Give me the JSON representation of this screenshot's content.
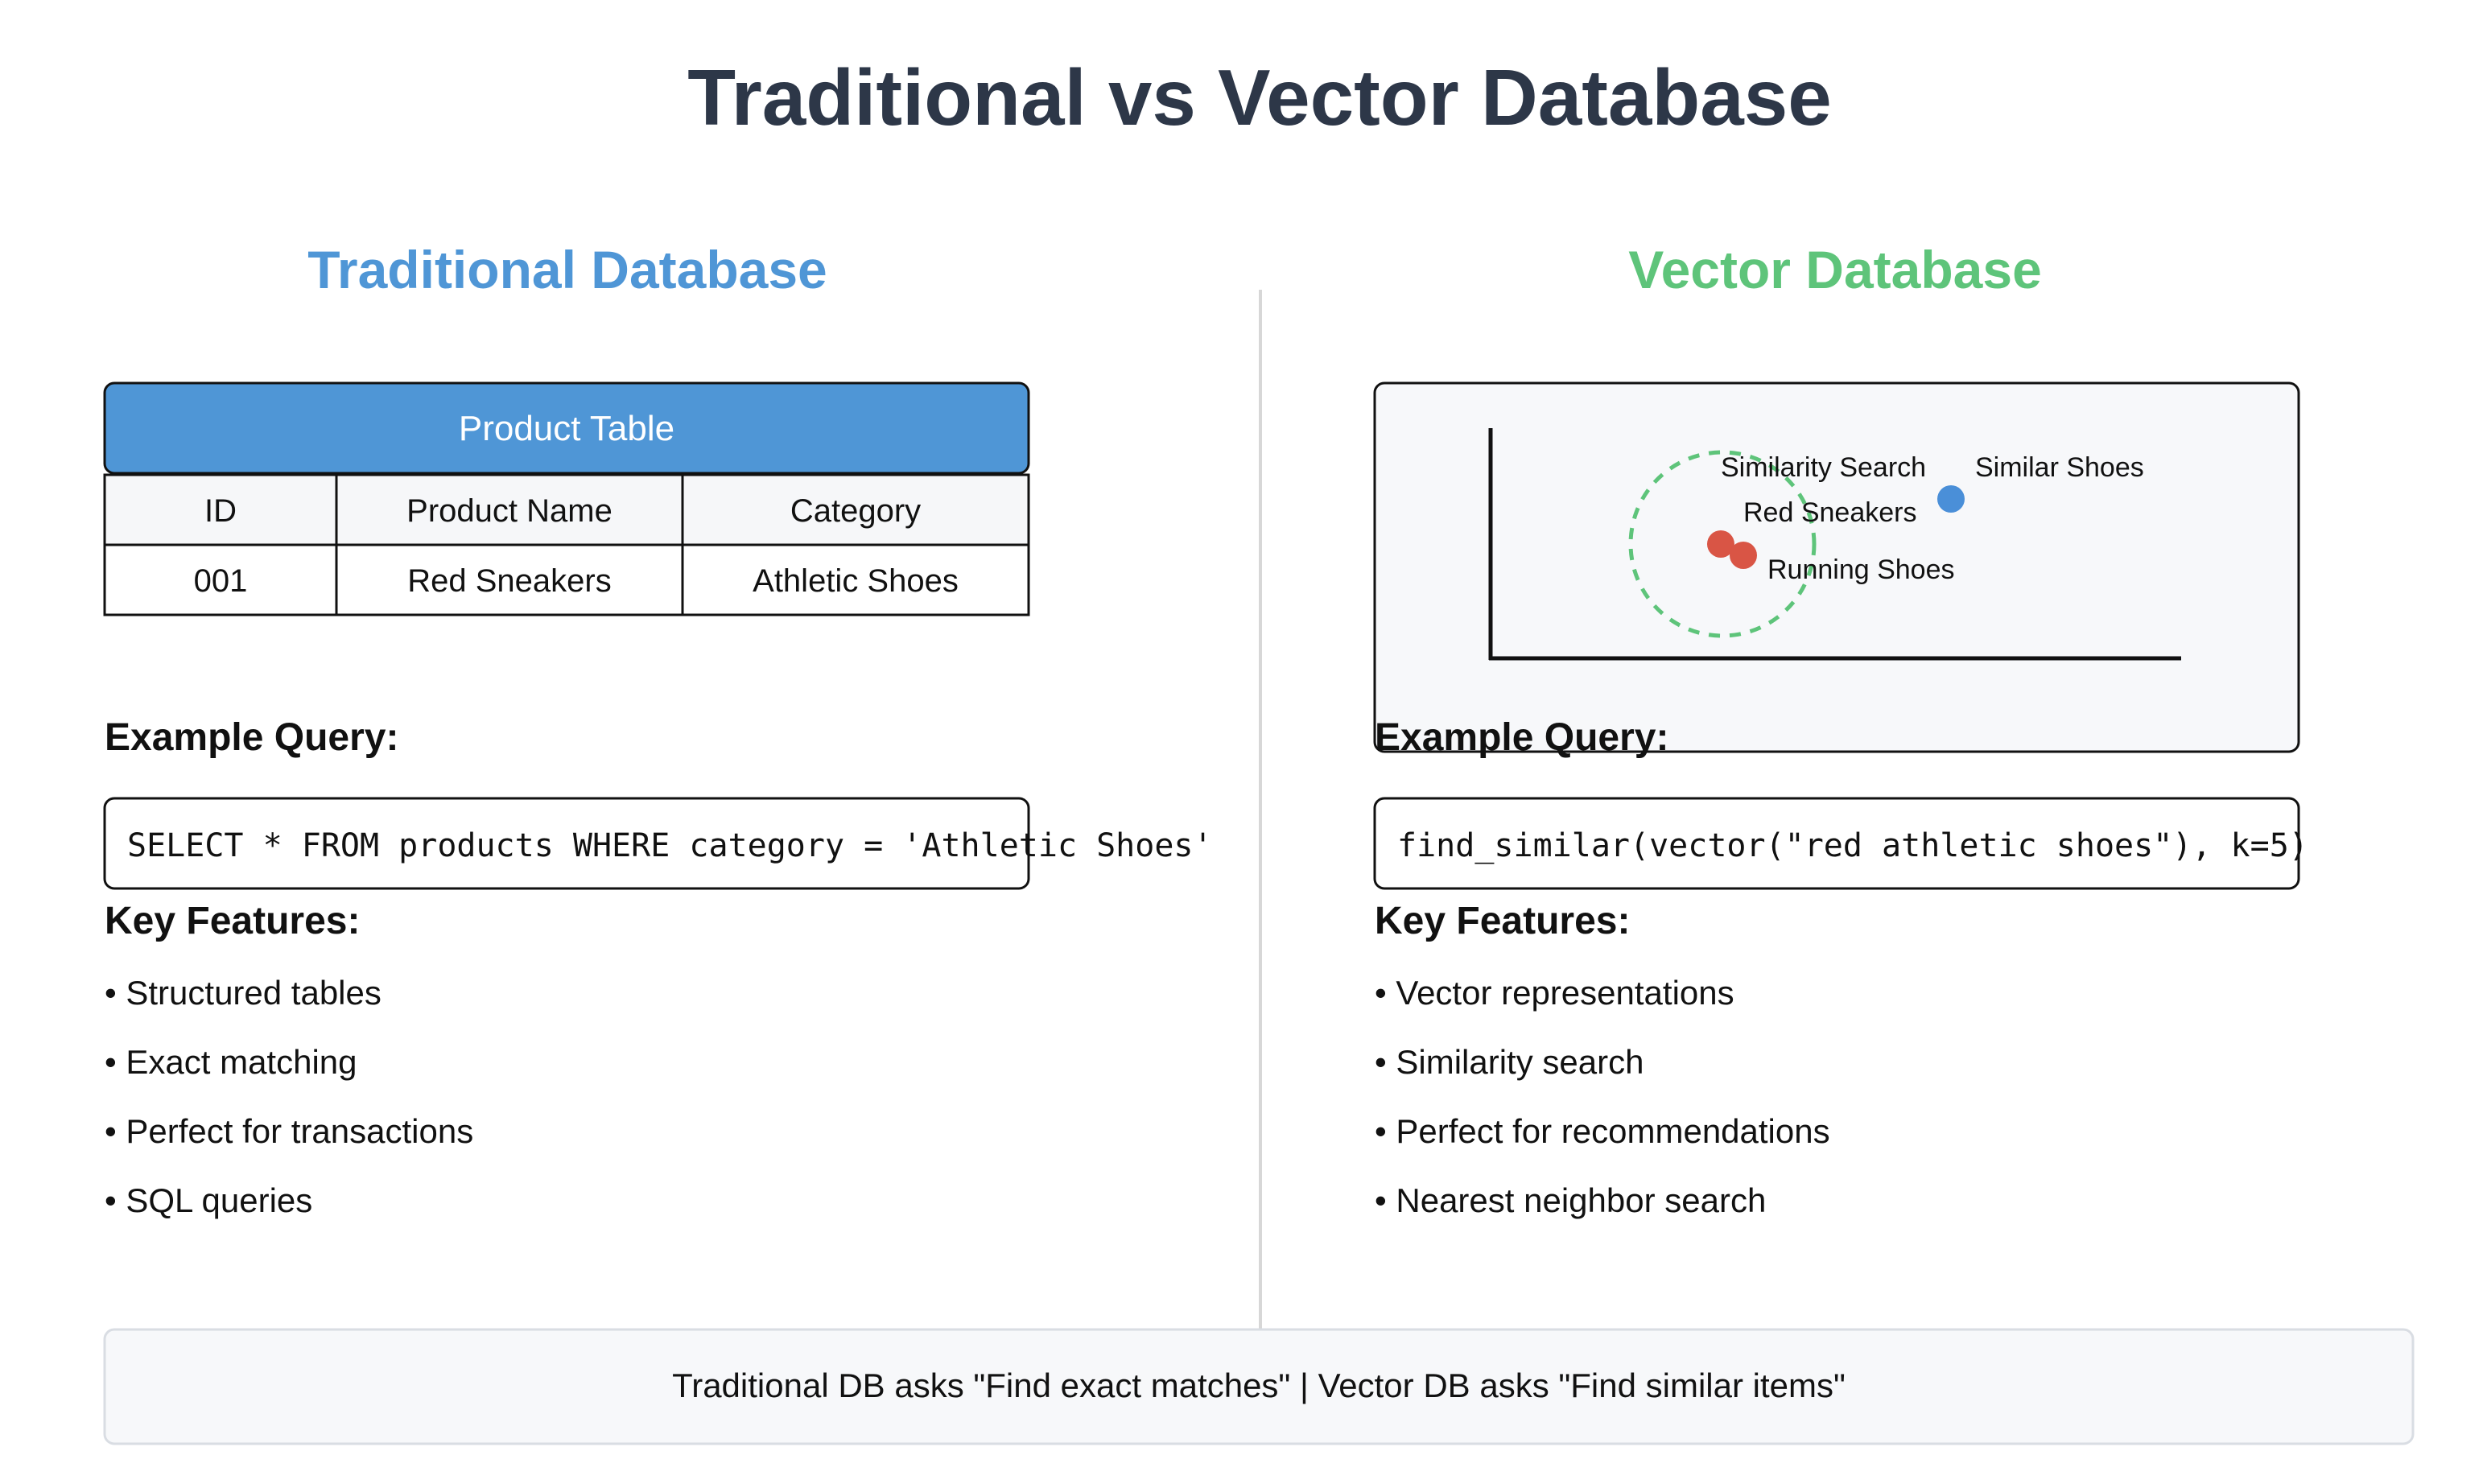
{
  "title": "Traditional vs Vector Database",
  "colors": {
    "title": "#2d3748",
    "traditional_accent": "#4f96d6",
    "vector_accent": "#5ec47a",
    "red_point": "#d95545",
    "blue_point": "#4a8fd8",
    "panel_bg": "#f7f8fa",
    "divider": "#d7d7d7"
  },
  "traditional": {
    "heading": "Traditional Database",
    "table": {
      "title": "Product Table",
      "headers": [
        "ID",
        "Product Name",
        "Category"
      ],
      "rows": [
        [
          "001",
          "Red Sneakers",
          "Athletic Shoes"
        ]
      ]
    },
    "query_label": "Example Query:",
    "query": "SELECT * FROM products WHERE category = 'Athletic Shoes'",
    "features_label": "Key Features:",
    "features": [
      "• Structured tables",
      "• Exact matching",
      "• Perfect for transactions",
      "• SQL queries"
    ]
  },
  "vector": {
    "heading": "Vector Database",
    "space": {
      "similarity_label": "Similarity Search",
      "labels": {
        "similar_shoes": "Similar Shoes",
        "red_sneakers": "Red Sneakers",
        "running_shoes": "Running Shoes"
      }
    },
    "query_label": "Example Query:",
    "query": "find_similar(vector(\"red athletic shoes\"), k=5)",
    "features_label": "Key Features:",
    "features": [
      "• Vector representations",
      "• Similarity search",
      "• Perfect for recommendations",
      "• Nearest neighbor search"
    ]
  },
  "footer": "Traditional DB asks \"Find exact matches\" | Vector DB asks \"Find similar items\""
}
